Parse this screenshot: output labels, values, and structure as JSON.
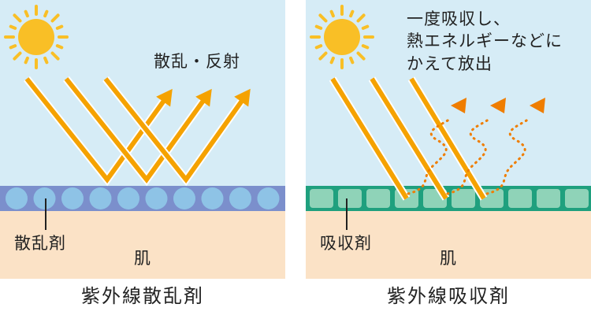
{
  "colors": {
    "sky": "#d6ecf6",
    "skin": "#fbe2c6",
    "ray": "#f5a200",
    "emission": "#ef7d00",
    "scatter_layer": "#7b8fcc",
    "scatter_particle": "#8ec3e6",
    "absorb_layer": "#1fa07e",
    "absorb_cell": "#8fd3b8",
    "sun": "#f9bf26"
  },
  "left_panel": {
    "effect_label": "散乱・反射",
    "agent_label": "散乱剤",
    "skin_label": "肌",
    "caption": "紫外線散乱剤"
  },
  "right_panel": {
    "effect_lines": [
      "一度吸収し、",
      "熱エネルギーなどに",
      "かえて放出"
    ],
    "agent_label": "吸収剤",
    "skin_label": "肌",
    "caption": "紫外線吸収剤"
  }
}
